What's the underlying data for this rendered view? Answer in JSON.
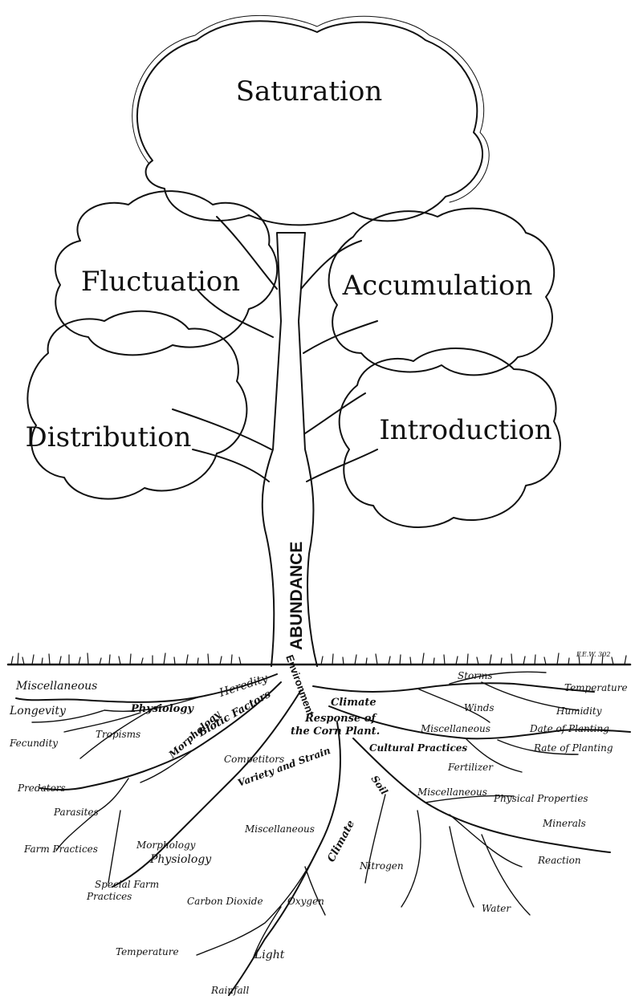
{
  "crown": {
    "saturation": "Saturation",
    "fluctuation": "Fluctuation",
    "accumulation": "Accumulation",
    "distribution": "Distribution",
    "introduction": "Introduction"
  },
  "trunk": {
    "abundance": "ABUNDANCE"
  },
  "signature": "F.E.W. 302",
  "roots": {
    "main": {
      "heredity": "Heredity",
      "environment": "Environment",
      "response": "Response of",
      "response2": "the Corn Plant.",
      "climate_upper": "Climate",
      "cultural_practices": "Cultural Practices",
      "soil": "Soil",
      "biotic_factors": "Biotic Factors",
      "morphology_branch": "Morphology",
      "variety_strain": "Variety and Strain",
      "climate_lower": "Climate"
    },
    "left": {
      "miscellaneous": "Miscellaneous",
      "longevity": "Longevity",
      "physiology": "Physiology",
      "tropisms": "Tropisms",
      "fecundity": "Fecundity",
      "competitors": "Competitors",
      "predators": "Predators",
      "parasites": "Parasites",
      "farm_practices": "Farm Practices",
      "morphology": "Morphology",
      "physiology2": "Physiology",
      "special_farm_practices": "Special Farm",
      "special_farm_practices2": "Practices",
      "miscellaneous2": "Miscellaneous"
    },
    "right": {
      "storms": "Storms",
      "temperature": "Temperature",
      "winds": "Winds",
      "humidity": "Humidity",
      "miscellaneous": "Miscellaneous",
      "date_of_planting": "Date of Planting",
      "rate_of_planting": "Rate of Planting",
      "fertilizer": "Fertilizer",
      "miscellaneous_soil": "Miscellaneous",
      "physical_properties": "Physical Properties",
      "minerals": "Minerals",
      "reaction": "Reaction",
      "nitrogen": "Nitrogen",
      "water": "Water"
    },
    "bottom": {
      "carbon_dioxide": "Carbon Dioxide",
      "oxygen": "Oxygen",
      "temperature": "Temperature",
      "light": "Light",
      "rainfall": "Rainfall"
    }
  }
}
